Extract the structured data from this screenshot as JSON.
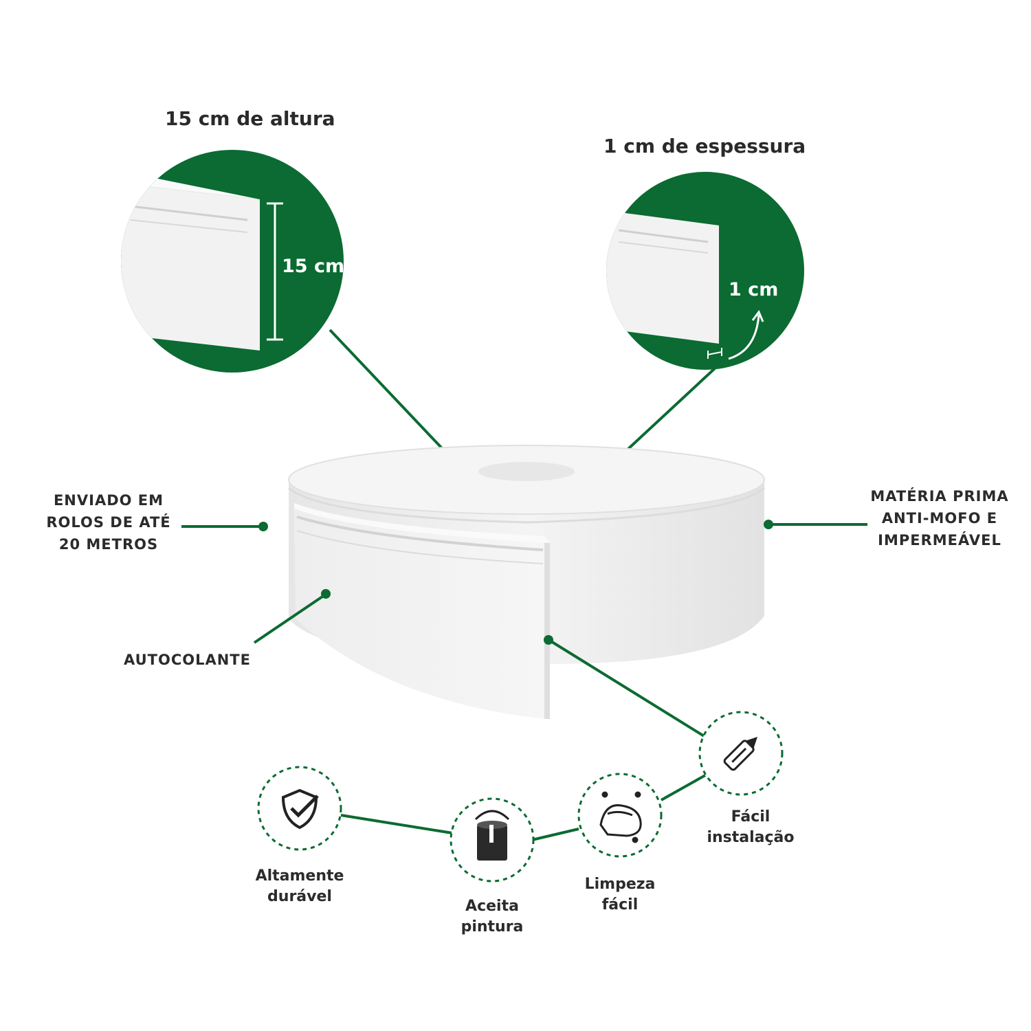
{
  "header": {
    "height_title": "15 cm  de altura",
    "thickness_title": "1 cm  de espessura"
  },
  "insets": {
    "height_label": "15 cm",
    "thickness_label": "1 cm"
  },
  "callouts": {
    "rolls": "ENVIADO EM\nROLOS DE ATÉ\n20 METROS",
    "material": "MATÉRIA PRIMA\nANTI-MOFO E\nIMPERMEÁVEL",
    "adhesive": "AUTOCOLANTE"
  },
  "features": [
    {
      "label": "Altamente\ndurável",
      "icon": "shield-check-icon"
    },
    {
      "label": "Aceita\npintura",
      "icon": "paint-bucket-icon"
    },
    {
      "label": "Limpeza\nfácil",
      "icon": "washing-hands-icon"
    },
    {
      "label": "Fácil\ninstalação",
      "icon": "utility-knife-icon"
    }
  ],
  "colors": {
    "brand_green": "#0b6b32",
    "product_white": "#f1f1f1"
  }
}
